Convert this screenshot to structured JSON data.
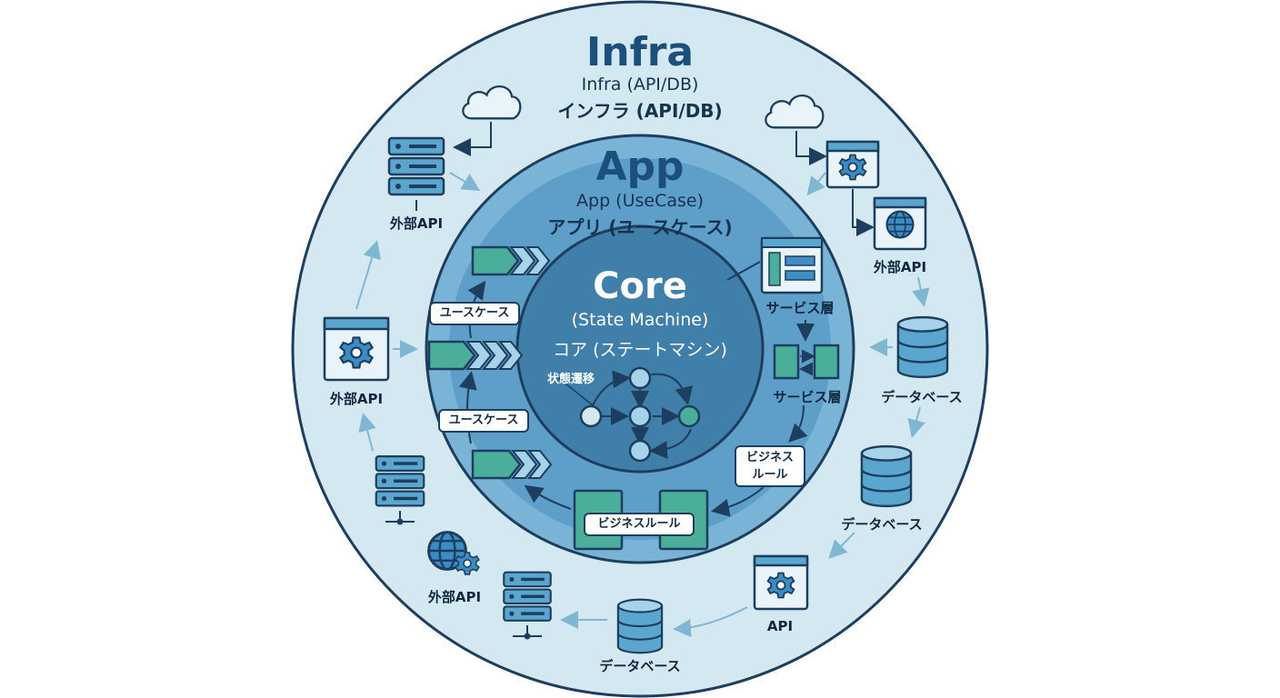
{
  "layers": {
    "infra": {
      "title": "Infra",
      "subtitle": "Infra (API/DB)",
      "subtitle_ja": "インフラ (API/DB)"
    },
    "app": {
      "title": "App",
      "subtitle": "App (UseCase)",
      "subtitle_ja": "アプリ (ユースケース)"
    },
    "core": {
      "title": "Core",
      "subtitle": "(State Machine)",
      "subtitle_ja": "コア (ステートマシン)",
      "state_label": "状態遷移"
    }
  },
  "infra_labels": {
    "ext_api_left_top": "外部API",
    "ext_api_left_mid": "外部API",
    "ext_api_left_bottom": "外部API",
    "ext_api_right_top": "外部API",
    "db_right_top": "データベース",
    "db_right_bottom": "データベース",
    "db_bottom": "データベース",
    "api_bottom_right": "API"
  },
  "app_labels": {
    "usecase_top": "ユースケース",
    "usecase_bottom": "ユースケース",
    "service_layer_top": "サービス層",
    "service_layer_bottom": "サービス層",
    "business_rule_pill": "ビジネス\nルール",
    "business_rule_bottom": "ビジネスルール"
  },
  "colors": {
    "outer_ring": "#d3e8f1",
    "middle_ring": "#79b4d6",
    "core_circle": "#3f7faa",
    "outline": "#1d3e5e",
    "accent_teal": "#4aae9b"
  }
}
